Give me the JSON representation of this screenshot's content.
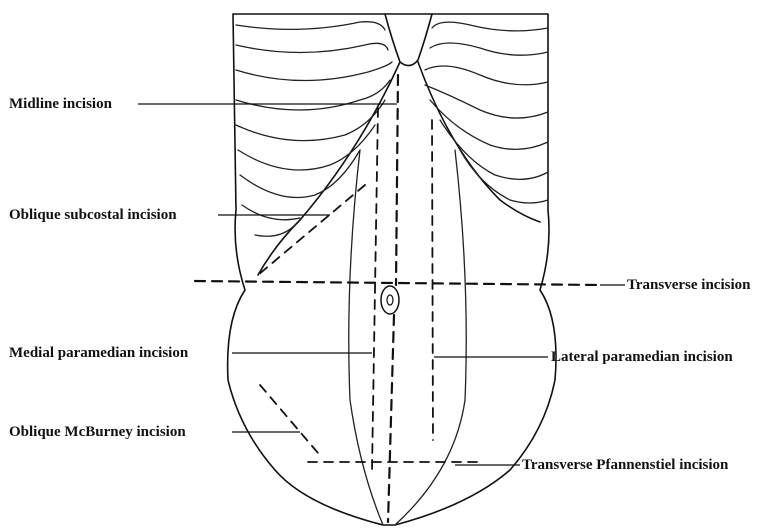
{
  "labels": {
    "midline": "Midline incision",
    "oblique_subcostal": "Oblique subcostal incision",
    "transverse": "Transverse incision",
    "medial_paramedian": "Medial paramedian incision",
    "lateral_paramedian": "Lateral paramedian incision",
    "oblique_mcburney": "Oblique McBurney incision",
    "pfannenstiel": "Transverse Pfannenstiel incision"
  }
}
